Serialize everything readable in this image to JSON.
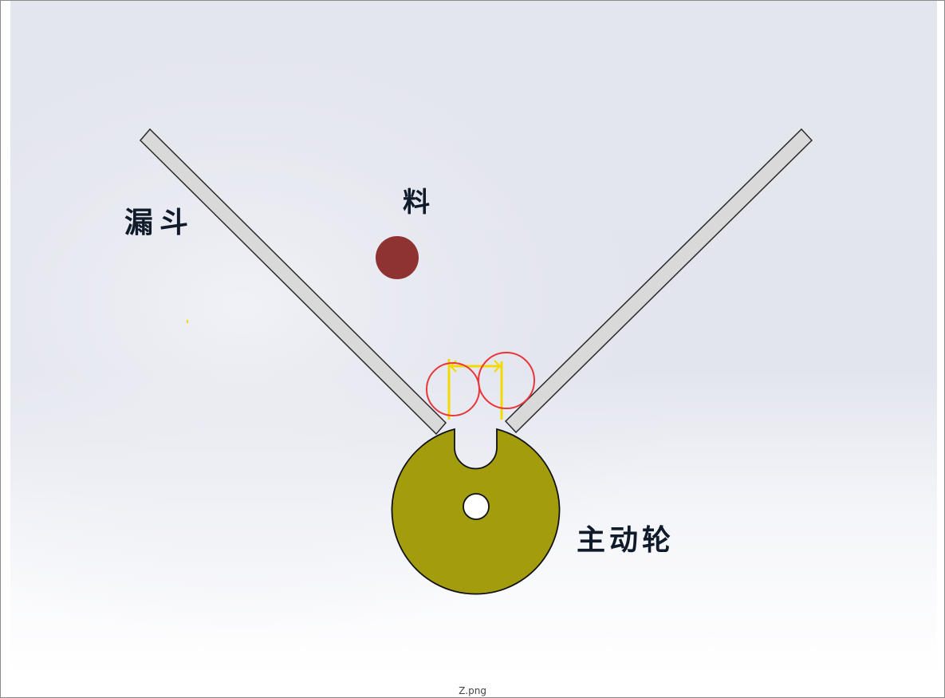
{
  "labels": {
    "hopper": "漏斗",
    "material": "料",
    "drive_wheel": "主动轮"
  },
  "caption": "Z.png",
  "colors": {
    "wheel_fill": "#a39c0c",
    "material_fill": "#8e3232",
    "circle_stroke": "#e8363a",
    "bracket_stroke": "#f2d900",
    "hopper_fill": "#d9d9d9",
    "text": "#0f1a2a"
  }
}
